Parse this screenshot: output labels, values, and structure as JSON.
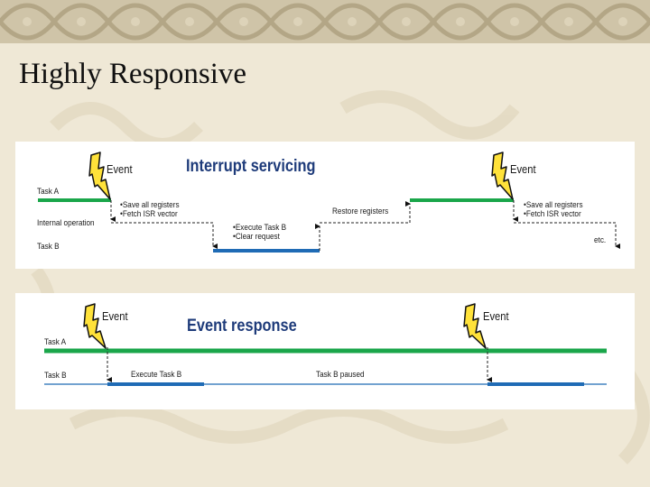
{
  "slide": {
    "title": "Highly Responsive"
  },
  "colors": {
    "task_a": "#1aa64a",
    "task_b": "#1f6bb5",
    "heading": "#1e3b7a",
    "bolt_fill": "#ffe23a",
    "bolt_stroke": "#111111",
    "background": "#efe8d6"
  },
  "icons": {
    "event_marker": "lightning-bolt-icon",
    "transition": "arrow-icon"
  },
  "interrupt_diagram": {
    "heading": "Interrupt servicing",
    "event_label_1": "Event",
    "event_label_2": "Event",
    "task_a_label": "Task A",
    "internal_label": "Internal operation",
    "task_b_label": "Task B",
    "isr_steps_1": [
      "•Save all registers",
      "•Fetch ISR vector"
    ],
    "task_b_steps": [
      "•Execute Task B",
      "•Clear request"
    ],
    "restore_label": "Restore registers",
    "isr_steps_2": [
      "•Save all registers",
      "•Fetch ISR vector"
    ],
    "etc_label": "etc."
  },
  "event_diagram": {
    "heading": "Event response",
    "event_label_1": "Event",
    "event_label_2": "Event",
    "task_a_label": "Task A",
    "task_b_label": "Task B",
    "execute_label": "Execute Task B",
    "paused_label": "Task B paused"
  }
}
